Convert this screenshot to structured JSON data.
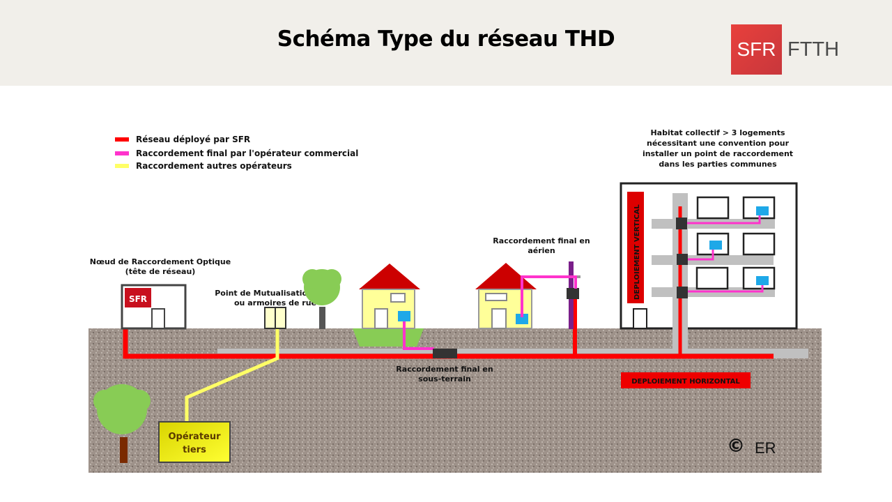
{
  "header": {
    "title": "Schéma Type du réseau THD",
    "logo": {
      "brand": "SFR",
      "product": "FTTH",
      "brand_color": "#d93b3c"
    }
  },
  "legend": [
    {
      "label": "Réseau déployé par SFR",
      "color": "#ff0000"
    },
    {
      "label": "Raccordement final par l'opérateur commercial",
      "color": "#ff33cc"
    },
    {
      "label": "Raccordement autres opérateurs",
      "color": "#ffff66"
    }
  ],
  "labels": {
    "nro_line1": "Nœud de Raccordement Optique",
    "nro_line2": "(tête de réseau)",
    "nro_sign": "SFR",
    "pm_line1": "Point de Mutualisation (PM)",
    "pm_line2": "ou armoires de rue",
    "aerial_line1": "Raccordement final en",
    "aerial_line2": "aérien",
    "underground_line1": "Raccordement final en",
    "underground_line2": "sous-terrain",
    "collective_line1": "Habitat collectif > 3 logements",
    "collective_line2": "nécessitant une convention pour",
    "collective_line3": "installer un point de raccordement",
    "collective_line4": "dans les parties communes",
    "vertical": "DEPLOIEMENT VERTICAL",
    "horizontal": "DEPLOIEMENT HORIZONTAL",
    "operator_line1": "Opérateur",
    "operator_line2": "tiers",
    "copyright": "©",
    "author": "ER"
  },
  "colors": {
    "sfr_network": "#ff0000",
    "final_connection": "#ff33cc",
    "other_operators": "#ffff66",
    "ground": "#9e928a",
    "duct": "#c0c0c0",
    "ont": "#1ea8e8"
  }
}
